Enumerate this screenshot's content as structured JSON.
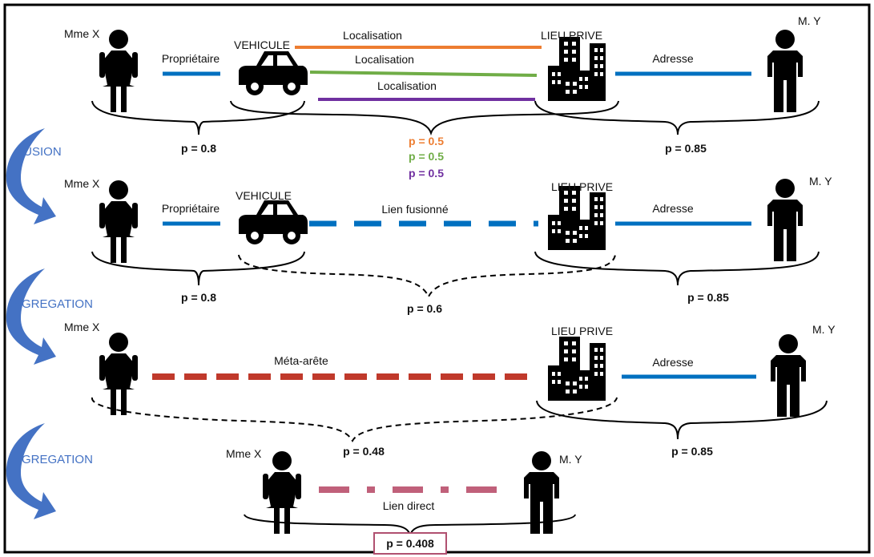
{
  "stages": {
    "s1": {
      "person_a": "Mme X",
      "vehicle": "VEHICULE",
      "place": "LIEU PRIVE",
      "person_b": "M. Y",
      "edge_owner": "Propriétaire",
      "edge_loc1": "Localisation",
      "edge_loc2": "Localisation",
      "edge_loc3": "Localisation",
      "edge_address": "Adresse",
      "p_left": "p = 0.8",
      "p_loc1": "p = 0.5",
      "p_loc2": "p = 0.5",
      "p_loc3": "p = 0.5",
      "p_right": "p = 0.85"
    },
    "s2": {
      "person_a": "Mme X",
      "vehicle": "VEHICULE",
      "place": "LIEU PRIVE",
      "person_b": "M. Y",
      "edge_owner": "Propriétaire",
      "edge_fused": "Lien fusionné",
      "edge_address": "Adresse",
      "p_left": "p = 0.8",
      "p_mid": "p = 0.6",
      "p_right": "p = 0.85"
    },
    "s3": {
      "person_a": "Mme X",
      "place": "LIEU PRIVE",
      "person_b": "M. Y",
      "edge_meta": "Méta-arête",
      "edge_address": "Adresse",
      "p_mid": "p = 0.48",
      "p_right": "p = 0.85"
    },
    "s4": {
      "person_a": "Mme X",
      "person_b": "M. Y",
      "edge_direct": "Lien direct",
      "p_final": "p = 0.408"
    }
  },
  "steps": {
    "fusion": "FUSION",
    "agregation1": "AGREGATION",
    "agregation2": "AGREGATION"
  },
  "colors": {
    "blue": "#0070c0",
    "orange": "#ed7d31",
    "green": "#70ad47",
    "purple": "#7030a0",
    "red": "#c0392b",
    "pink": "#c0607a",
    "arrow": "#4472c4",
    "final_box": "#b05070"
  },
  "icons": {
    "woman": "woman-icon",
    "man": "man-icon",
    "car": "car-icon",
    "buildings": "buildings-icon",
    "curved_arrow": "curved-arrow-icon"
  }
}
